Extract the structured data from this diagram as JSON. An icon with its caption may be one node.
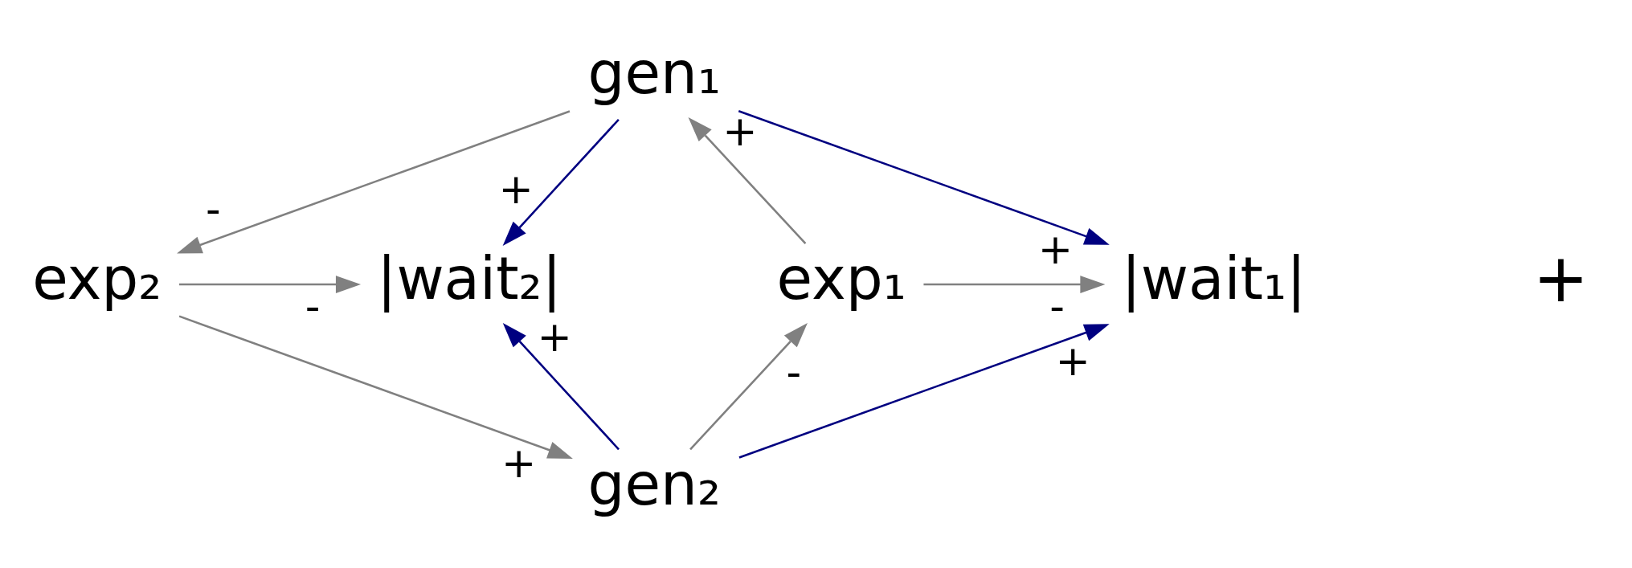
{
  "diagram": {
    "nodes": [
      {
        "text": [
          "gen₁"
        ]
      },
      {
        "text": [
          "|wait₁|"
        ]
      },
      {
        "text": [
          "exp₁"
        ]
      },
      {
        "text": [
          "exp₂"
        ]
      },
      {
        "text": [
          "|wait₂|"
        ]
      },
      {
        "text": [
          "gen₂"
        ]
      }
    ],
    "edges": [
      {
        "from": 0,
        "to": 1,
        "arrow": "to",
        "label": "+",
        "color": "#000080"
      },
      {
        "from": 0,
        "to": 4,
        "arrow": "to",
        "label": "+",
        "color": "#000080"
      },
      {
        "from": 2,
        "to": 0,
        "arrow": "to",
        "label": "+"
      },
      {
        "from": 2,
        "to": 1,
        "arrow": "to",
        "label": "-"
      },
      {
        "from": 0,
        "to": 3,
        "arrow": "to",
        "label": "-"
      },
      {
        "from": 3,
        "to": 4,
        "arrow": "to",
        "label": "-"
      },
      {
        "from": 3,
        "to": 5,
        "arrow": "to",
        "label": "+"
      },
      {
        "from": 5,
        "to": 2,
        "arrow": "to",
        "label": "-"
      },
      {
        "from": 5,
        "to": 1,
        "arrow": "to",
        "label": "+",
        "color": "#000080"
      },
      {
        "from": 5,
        "to": 4,
        "arrow": "to",
        "label": "+",
        "color": "#000080"
      }
    ],
    "labels": [
      "+"
    ]
  }
}
